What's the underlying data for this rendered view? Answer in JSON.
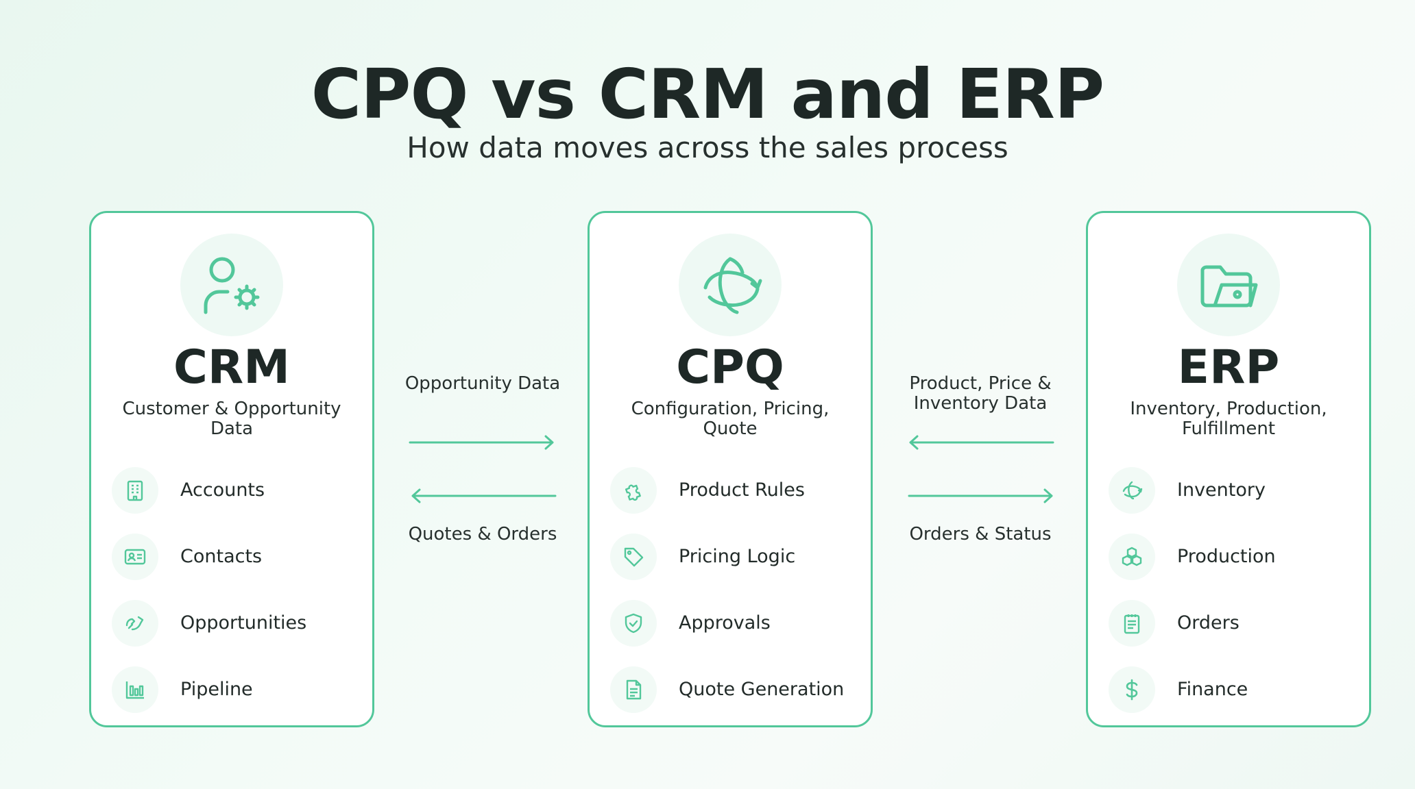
{
  "header": {
    "title": "CPQ vs CRM and ERP",
    "subtitle": "How data moves across the sales process"
  },
  "accent_color": "#52c79a",
  "cards": [
    {
      "id": "crm",
      "icon": "user-gear-icon",
      "title": "CRM",
      "subtitle": "Customer & Opportunity Data",
      "items": [
        {
          "label": "Accounts",
          "icon": "building-icon"
        },
        {
          "label": "Contacts",
          "icon": "contact-card-icon"
        },
        {
          "label": "Opportunities",
          "icon": "handshake-icon"
        },
        {
          "label": "Pipeline",
          "icon": "bar-chart-icon"
        }
      ]
    },
    {
      "id": "cpq",
      "icon": "orbit-sync-icon",
      "title": "CPQ",
      "subtitle": "Configuration, Pricing, Quote",
      "items": [
        {
          "label": "Product Rules",
          "icon": "puzzle-icon"
        },
        {
          "label": "Pricing Logic",
          "icon": "tag-icon"
        },
        {
          "label": "Approvals",
          "icon": "shield-check-icon"
        },
        {
          "label": "Quote Generation",
          "icon": "document-icon"
        }
      ]
    },
    {
      "id": "erp",
      "icon": "folder-icon",
      "title": "ERP",
      "subtitle": "Inventory, Production, Fulfillment",
      "items": [
        {
          "label": "Inventory",
          "icon": "sync-icon"
        },
        {
          "label": "Production",
          "icon": "boxes-icon"
        },
        {
          "label": "Orders",
          "icon": "clipboard-icon"
        },
        {
          "label": "Finance",
          "icon": "dollar-icon"
        }
      ]
    }
  ],
  "flows": {
    "crm_to_cpq": "Opportunity Data",
    "cpq_to_crm": "Quotes & Orders",
    "erp_to_cpq": "Product, Price & Inventory Data",
    "cpq_to_erp": "Orders & Status"
  }
}
